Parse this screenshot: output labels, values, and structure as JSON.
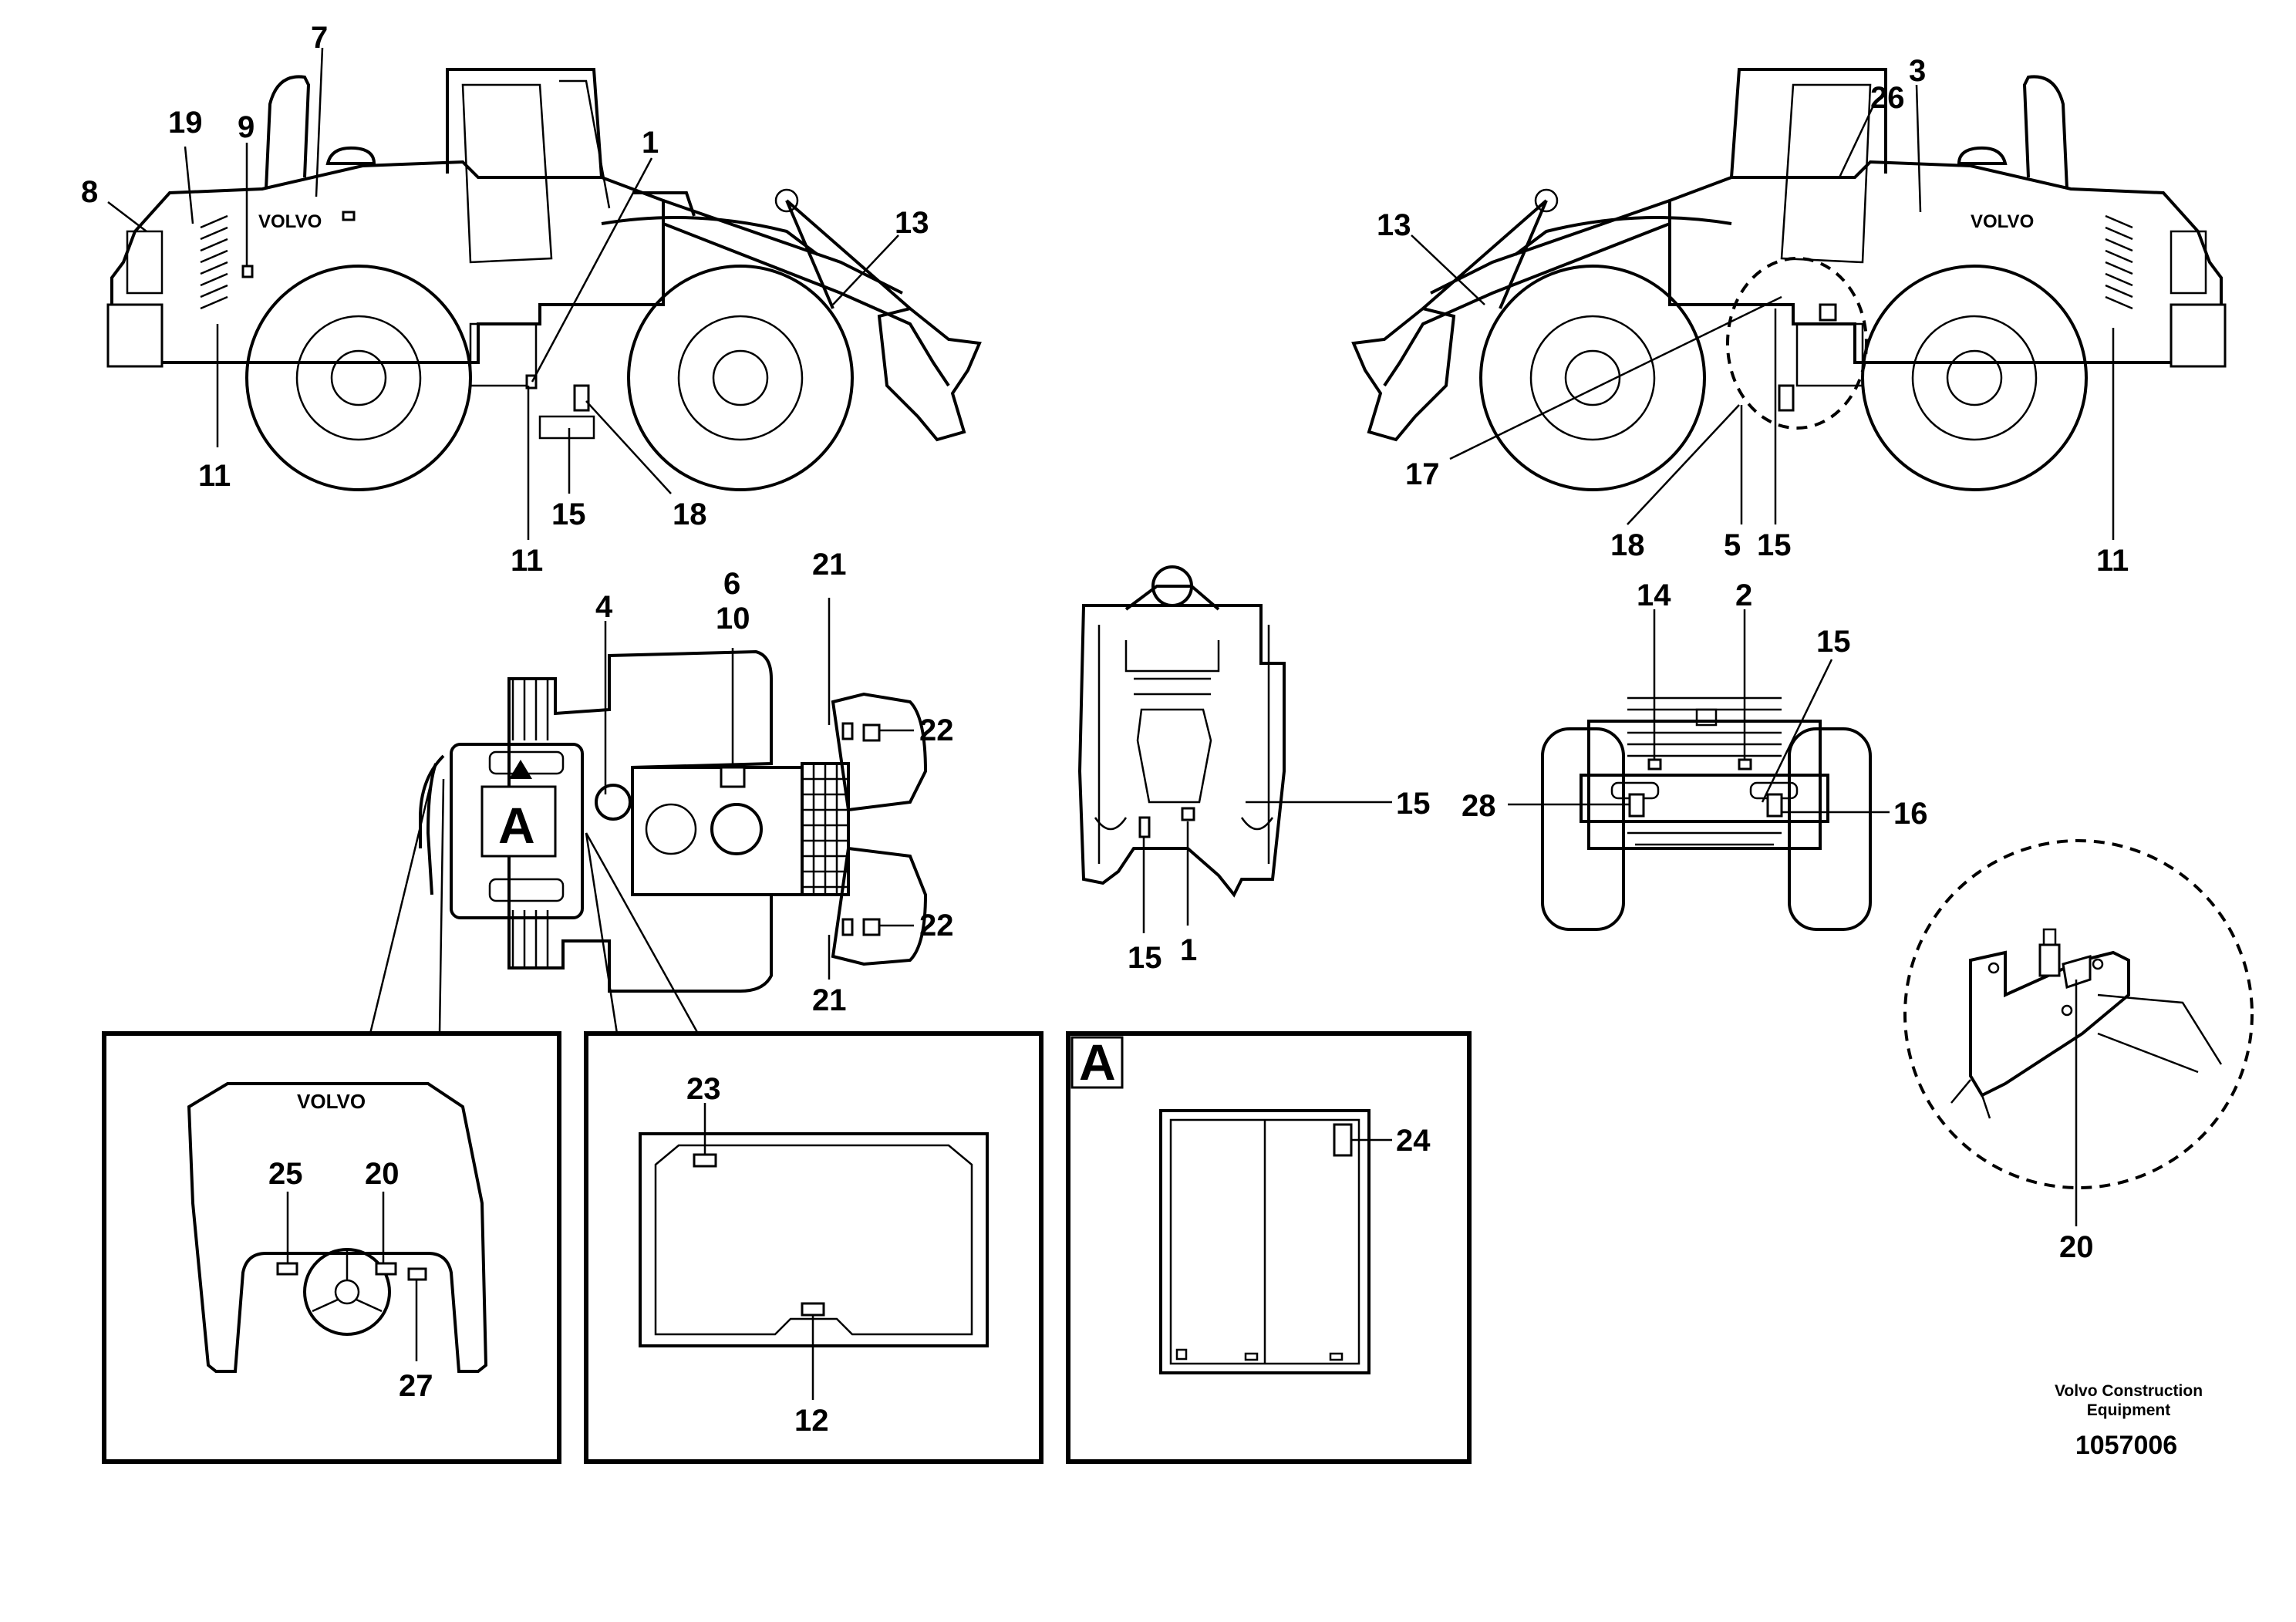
{
  "side_left": {
    "brand": "VOLVO",
    "callouts": [
      "19",
      "8",
      "7",
      "9",
      "1",
      "13",
      "11",
      "11",
      "15",
      "18"
    ]
  },
  "side_right": {
    "brand": "VOLVO",
    "callouts": [
      "3",
      "26",
      "13",
      "17",
      "18",
      "5",
      "15",
      "11"
    ]
  },
  "top_view": {
    "callouts": [
      "4",
      "6",
      "10",
      "21",
      "22",
      "22",
      "21"
    ],
    "marker": "A"
  },
  "frame_view": {
    "callouts": [
      "15",
      "15",
      "1"
    ]
  },
  "rear_view": {
    "callouts": [
      "14",
      "2",
      "15",
      "28",
      "16"
    ]
  },
  "detail_circle": {
    "callouts": [
      "20"
    ]
  },
  "panel_dashboard": {
    "brand": "VOLVO",
    "callouts": [
      "25",
      "20",
      "27"
    ]
  },
  "panel_window": {
    "callouts": [
      "23",
      "12"
    ]
  },
  "panel_door": {
    "letter": "A",
    "callouts": [
      "24"
    ]
  },
  "footer": {
    "company_line1": "Volvo Construction",
    "company_line2": "Equipment",
    "doc_number": "1057006"
  }
}
